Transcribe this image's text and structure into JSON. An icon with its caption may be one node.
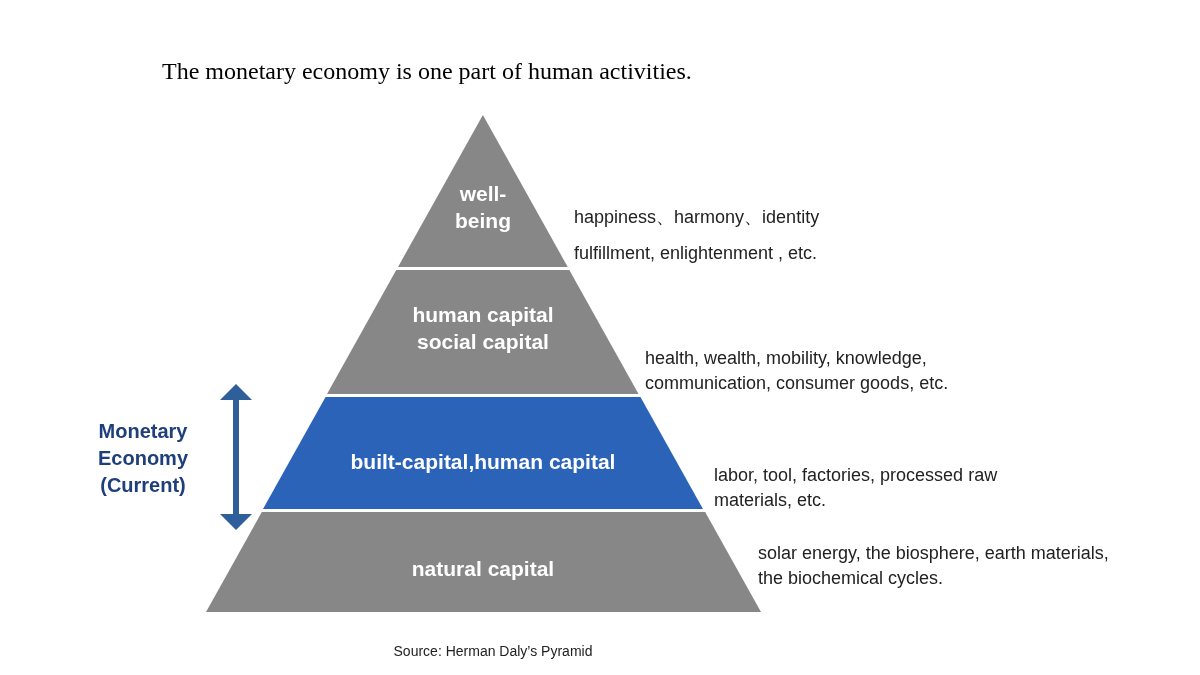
{
  "diagram": {
    "title": "The monetary economy is one part of human activities.",
    "caption": "Source: Herman Daly’s Pyramid",
    "nodes": [
      {
        "text": [
          "well-being"
        ],
        "beside": [
          "happiness、harmony、identity",
          "fulfillment, enlightenment , etc."
        ]
      },
      {
        "text": [
          "human capital social capital"
        ],
        "beside": [
          "health, wealth, mobility, knowledge, communication, consumer goods, etc."
        ]
      },
      {
        "text": [
          "built-capital,human capital"
        ],
        "beside": [
          "labor, tool, factories, processed raw materials, etc."
        ]
      },
      {
        "text": [
          "natural capital"
        ],
        "beside": [
          "solar energy, the biosphere, earth materials, the biochemical cycles."
        ]
      }
    ],
    "labels": [
      "Monetary Economy (Current)"
    ]
  }
}
